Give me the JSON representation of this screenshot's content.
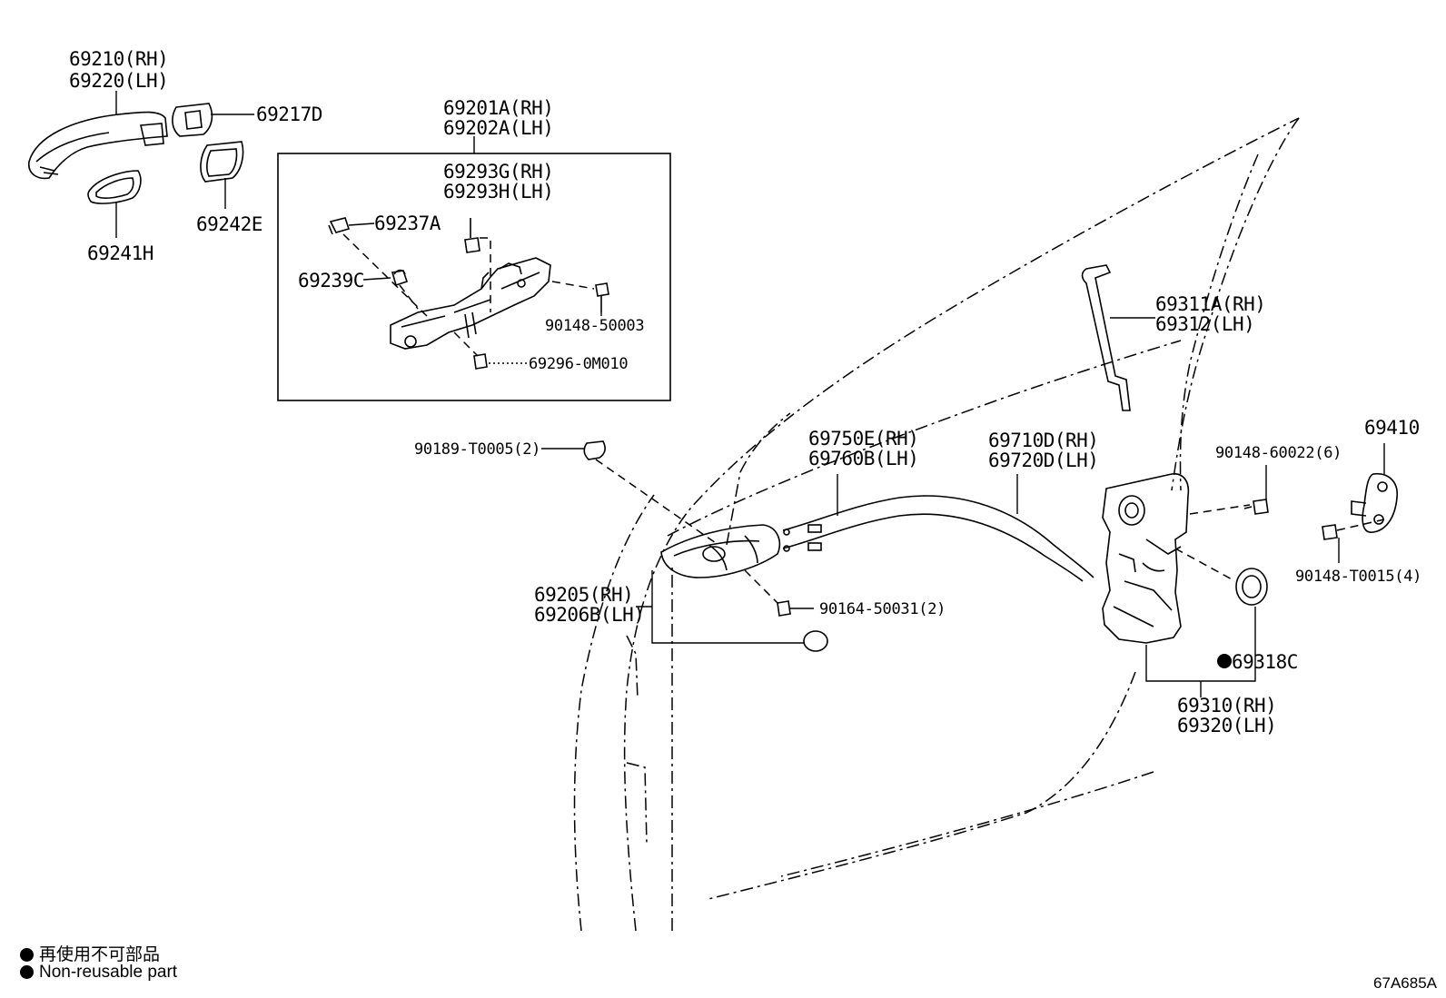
{
  "labels": {
    "outside_handle": [
      "69210(RH)",
      "69220(LH)"
    ],
    "cap": "69217D",
    "pad_rear": "69242E",
    "pad_front": "69241H",
    "frame_assy": [
      "69201A(RH)",
      "69202A(LH)"
    ],
    "frame_sub": [
      "69293G(RH)",
      "69293H(LH)"
    ],
    "plug_a": "69237A",
    "plug_c": "69239C",
    "screw_frame": "90148-50003",
    "bolt_frame": "69296-0M010",
    "clip": "90189-T0005(2)",
    "lock_rod": [
      "69311A(RH)",
      "69312(LH)"
    ],
    "inside_cable": [
      "69750E(RH)",
      "69760B(LH)"
    ],
    "lock_cable": [
      "69710D(RH)",
      "69720D(LH)"
    ],
    "screw_lock": "90148-60022(6)",
    "striker": "69410",
    "screw_striker": "90148-T0015(4)",
    "inside_handle": [
      "69205(RH)",
      "69206B(LH)"
    ],
    "screw_inside": "90164-50031(2)",
    "grommet": "69318C",
    "lock_assy": [
      "69310(RH)",
      "69320(LH)"
    ]
  },
  "notes": {
    "nonreusable_ja": "再使用不可部品",
    "nonreusable_en": "Non-reusable part"
  },
  "figure_code": "67A685A"
}
